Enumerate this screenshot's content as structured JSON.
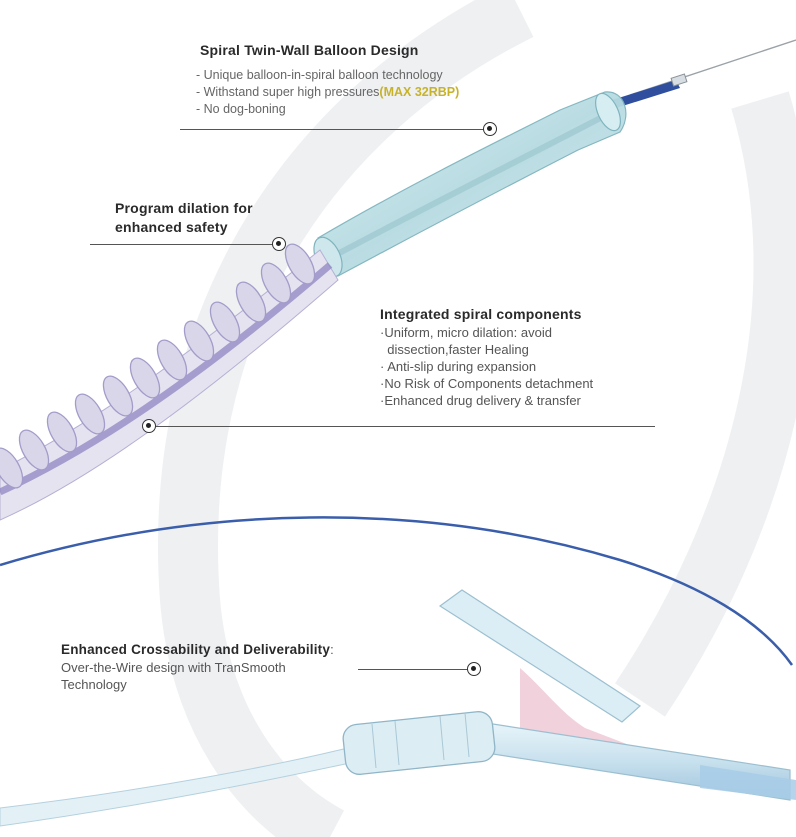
{
  "callouts": {
    "spiral_twin_wall": {
      "title": "Spiral Twin-Wall Balloon Design",
      "bullets": [
        "- Unique balloon-in-spiral balloon technology",
        "- Withstand super high pressures",
        "- No dog-boning"
      ],
      "highlight": "(MAX 32RBP)"
    },
    "program_dilation": {
      "title_lines": [
        "Program dilation for",
        "enhanced safety"
      ]
    },
    "integrated_spiral": {
      "title": "Integrated spiral components",
      "bullets": [
        "·Uniform, micro dilation: avoid",
        "  dissection,faster Healing",
        "· Anti-slip during expansion",
        "·No Risk of Components detachment",
        "·Enhanced drug delivery & transfer"
      ]
    },
    "crossability": {
      "title": "Enhanced Crossability and Deliverability",
      "title_suffix": ":",
      "lines": [
        "Over-the-Wire design with TranSmooth",
        "Technology"
      ]
    }
  },
  "colors": {
    "balloon_fill": "#bfe1e6",
    "balloon_edge": "#7fb4be",
    "spiral_fill": "#d9d6ea",
    "spiral_core": "#8f86c2",
    "shaft_blue": "#2f4f9e",
    "manifold_fill": "#dceef5",
    "manifold_pink": "#efc9d6",
    "highlight": "#c7b32a"
  }
}
